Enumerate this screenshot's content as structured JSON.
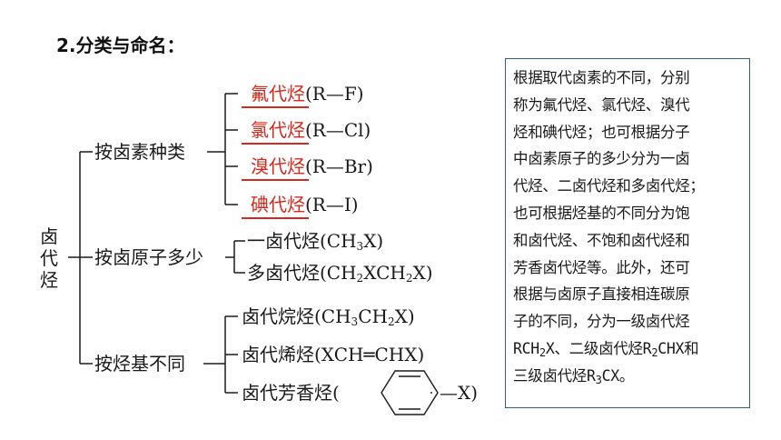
{
  "heading": "2.分类与命名：",
  "root": [
    "卤",
    "代",
    "烃"
  ],
  "branches": [
    {
      "label": "按卤素种类",
      "children": [
        {
          "name": "氟代烃",
          "formula": "(R—F)"
        },
        {
          "name": "氯代烃",
          "formula": "(R—Cl)"
        },
        {
          "name": "溴代烃",
          "formula": "(R—Br)"
        },
        {
          "name": "碘代烃",
          "formula": "(R—I)"
        }
      ]
    },
    {
      "label": "按卤原子多少",
      "children": [
        {
          "name": "一卤代烃",
          "f_pre": "(CH",
          "s1": "3",
          "f_mid": "X)",
          "s2": "",
          "f_post": ""
        },
        {
          "name": "多卤代烃",
          "f_pre": "(CH",
          "s1": "2",
          "f_mid": "XCH",
          "s2": "2",
          "f_post": "X)"
        }
      ]
    },
    {
      "label": "按烃基不同",
      "children": [
        {
          "name": "卤代烷烃",
          "f_pre": "(CH",
          "s1": "3",
          "f_mid": "CH",
          "s2": "2",
          "f_post": "X)"
        },
        {
          "name": "卤代烯烃",
          "formula": "(XCH═CHX)"
        },
        {
          "name": "卤代芳香烃",
          "f_open": "(",
          "f_close": "—X)"
        }
      ]
    }
  ],
  "note": {
    "lines": [
      "根据取代卤素的不同，分别",
      "称为氟代烃、氯代烃、溴代",
      "烃和碘代烃；也可根据分子",
      "中卤素原子的多少分为一卤",
      "代烃、二卤代烃和多卤代烃；",
      "也可根据烃基的不同分为饱",
      "和卤代烃、不饱和卤代烃和",
      "芳香卤代烃等。此外，还可",
      "根据与卤原子直接相连碳原",
      "子的不同，分为一级卤代烃"
    ],
    "l11_a": "RCH",
    "l11_s1": "2",
    "l11_b": "X、二级卤代烃R",
    "l11_s2": "2",
    "l11_c": "CHX和",
    "l12_a": "三级卤代烃R",
    "l12_s1": "3",
    "l12_b": "CX。"
  },
  "colors": {
    "accent_red": "#d42a1e",
    "box_border": "#2f5d8a",
    "text": "#1a1a1a"
  }
}
